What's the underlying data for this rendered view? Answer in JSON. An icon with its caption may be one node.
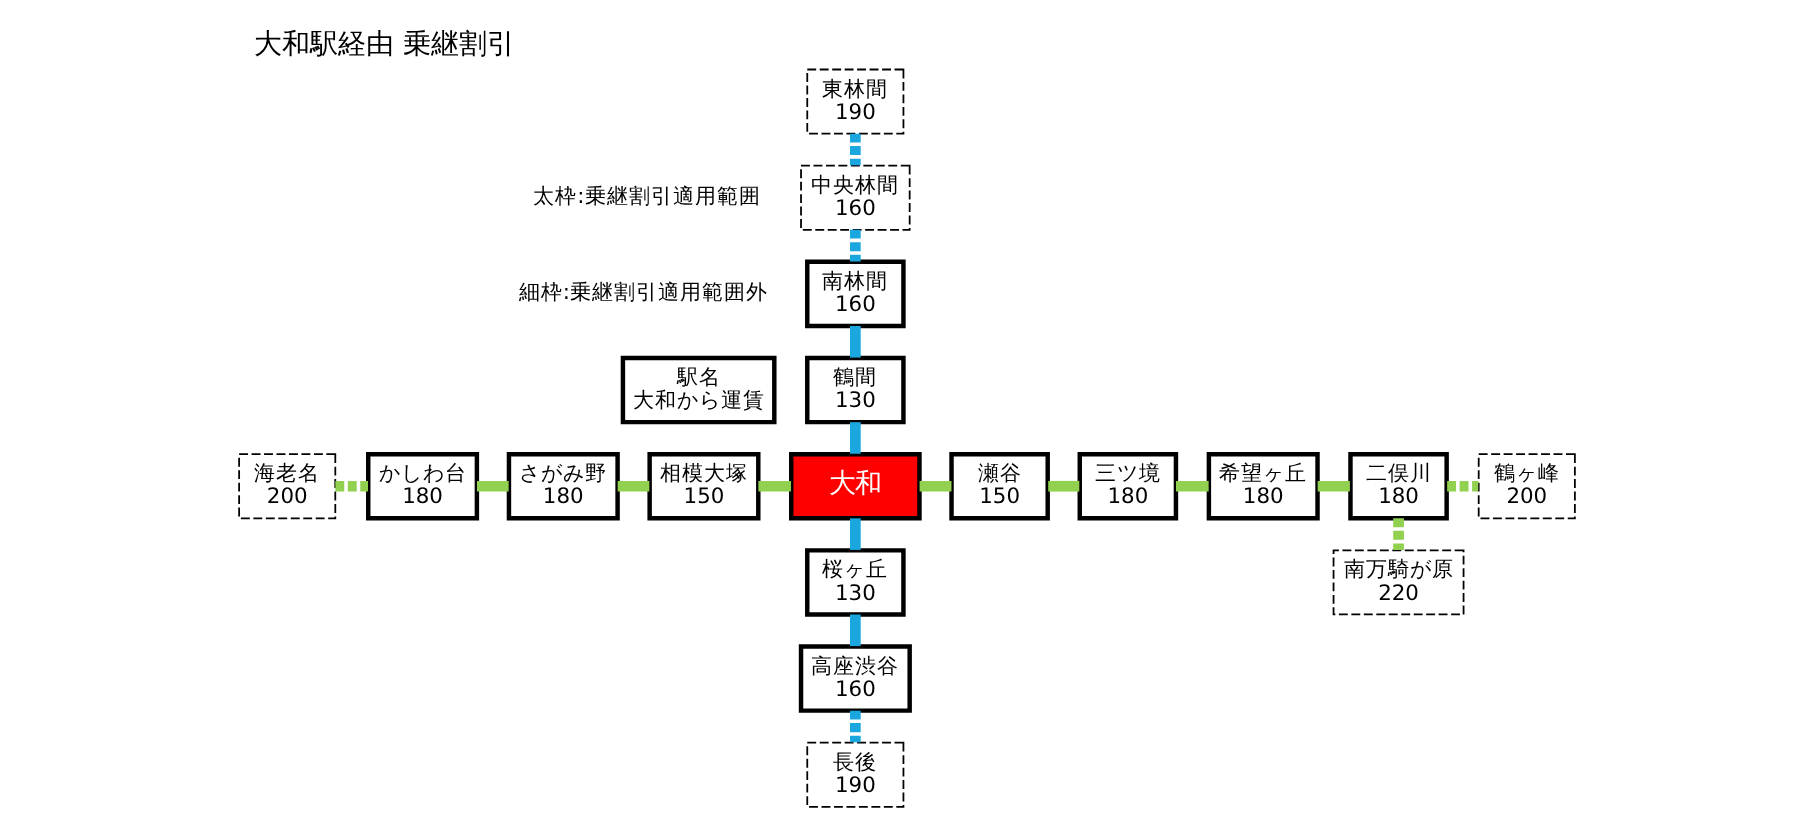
{
  "diagram": {
    "title": "大和駅経由 乗継割引",
    "nodes": [
      {
        "text": [
          "駅名",
          "大和から運賃"
        ]
      },
      {
        "text": [
          "東林間",
          "190"
        ]
      },
      {
        "text": [
          "中央林間",
          "160"
        ]
      },
      {
        "text": [
          "南林間",
          "160"
        ]
      },
      {
        "text": [
          "鶴間",
          "130"
        ]
      },
      {
        "text": [
          "海老名",
          "200"
        ]
      },
      {
        "text": [
          "かしわ台",
          "180"
        ]
      },
      {
        "text": [
          "さがみ野",
          "180"
        ]
      },
      {
        "text": [
          "相模大塚",
          "150"
        ]
      },
      {
        "text": [
          "大和"
        ]
      },
      {
        "text": [
          "瀬谷",
          "150"
        ]
      },
      {
        "text": [
          "三ツ境",
          "180"
        ]
      },
      {
        "text": [
          "希望ヶ丘",
          "180"
        ]
      },
      {
        "text": [
          "二俣川",
          "180"
        ]
      },
      {
        "text": [
          "鶴ヶ峰",
          "200"
        ]
      },
      {
        "text": [
          "桜ヶ丘",
          "130"
        ]
      },
      {
        "text": [
          "南万騎が原",
          "220"
        ]
      },
      {
        "text": [
          "高座渋谷",
          "160"
        ]
      },
      {
        "text": [
          "長後",
          "190"
        ]
      }
    ],
    "edges": [
      {
        "from": 1,
        "to": 2,
        "arrow": "none",
        "style": "dashed",
        "color": "#1aa7e0"
      },
      {
        "from": 2,
        "to": 3,
        "arrow": "none",
        "style": "dashed",
        "color": "#1aa7e0"
      },
      {
        "from": 3,
        "to": 4,
        "arrow": "none",
        "color": "#1aa7e0"
      },
      {
        "from": 4,
        "to": 9,
        "arrow": "none",
        "color": "#1aa7e0"
      },
      {
        "from": 5,
        "to": 6,
        "arrow": "none",
        "style": "dashed"
      },
      {
        "from": 6,
        "to": 7,
        "arrow": "none"
      },
      {
        "from": 7,
        "to": 8,
        "arrow": "none"
      },
      {
        "from": 8,
        "to": 9,
        "arrow": "none"
      },
      {
        "from": 9,
        "to": 10,
        "arrow": "none"
      },
      {
        "from": 10,
        "to": 11,
        "arrow": "none"
      },
      {
        "from": 11,
        "to": 12,
        "arrow": "none"
      },
      {
        "from": 12,
        "to": 13,
        "arrow": "none"
      },
      {
        "from": 13,
        "to": 14,
        "arrow": "none",
        "style": "dashed"
      },
      {
        "from": 9,
        "to": 15,
        "arrow": "none",
        "color": "#1aa7e0"
      },
      {
        "from": 13,
        "to": 16,
        "arrow": "none",
        "style": "dashed"
      },
      {
        "from": 15,
        "to": 17,
        "arrow": "none",
        "color": "#1aa7e0"
      },
      {
        "from": 17,
        "to": 18,
        "arrow": "none",
        "style": "dashed",
        "color": "#1aa7e0"
      }
    ],
    "labels": [
      "太枠:乗継割引適用範囲",
      "細枠:乗継割引適用範囲外"
    ]
  }
}
